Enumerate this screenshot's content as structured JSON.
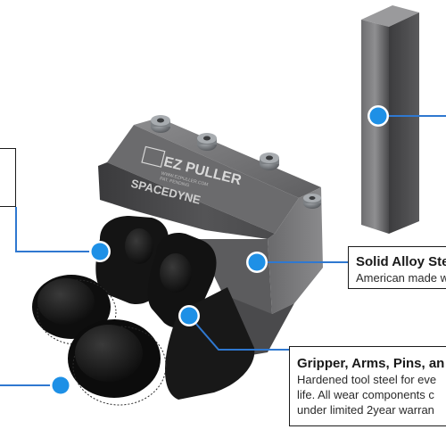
{
  "callouts": {
    "steel": {
      "title": "Solid Alloy Ste",
      "line1": "American made w"
    },
    "gripper": {
      "title": "Gripper, Arms, Pins, an",
      "line1": "Hardened tool steel for eve",
      "line2": "life. All wear components c",
      "line3": "under limited 2year warran"
    }
  },
  "product_engraving": {
    "brand": "EZ PULLER",
    "small_line1": "WWW.EZPULLER.COM",
    "small_line2": "PAT. PENDING",
    "model": "SPACEDYNE"
  },
  "colors": {
    "marker_blue": "#1e90e6",
    "leader_blue": "#2f78d0",
    "steel_dark": "#3a3a3c",
    "steel_light": "#8e8e90",
    "black_part": "#141414"
  }
}
